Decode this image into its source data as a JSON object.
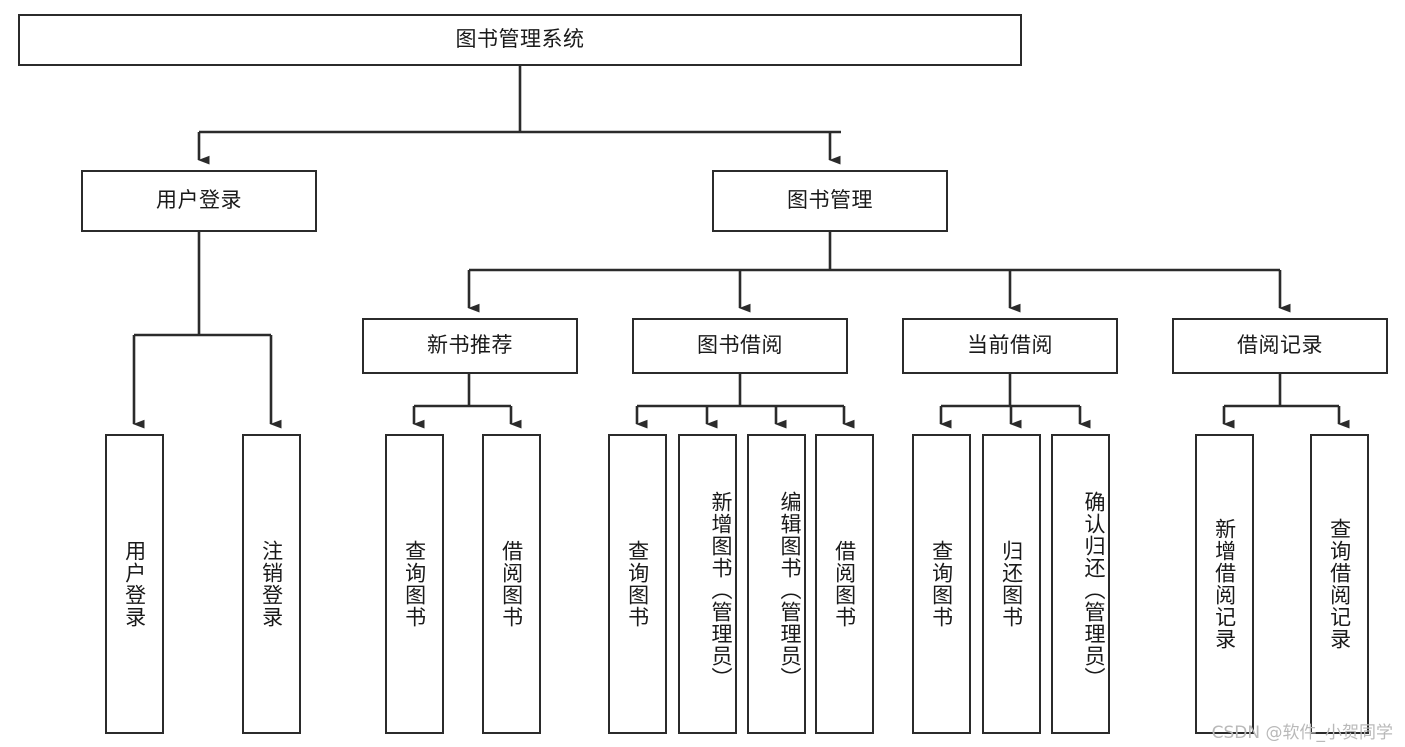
{
  "diagram": {
    "title": "图书管理系统",
    "type": "functional-structure-tree",
    "watermark": "CSDN @软件_小贺同学",
    "colors": {
      "stroke": "#2b2b2b",
      "fill": "#ffffff",
      "text": "#1a1a1a",
      "watermark": "#b9b9b9"
    },
    "root": {
      "label": "图书管理系统"
    },
    "level2": [
      {
        "label": "用户登录"
      },
      {
        "label": "图书管理"
      }
    ],
    "level3": [
      {
        "label": "新书推荐"
      },
      {
        "label": "图书借阅"
      },
      {
        "label": "当前借阅"
      },
      {
        "label": "借阅记录"
      }
    ],
    "leaves": {
      "user_login": [
        {
          "label": "用户登录"
        },
        {
          "label": "注销登录"
        }
      ],
      "new_book_recommend": [
        {
          "label": "查询图书"
        },
        {
          "label": "借阅图书"
        }
      ],
      "book_borrow": [
        {
          "label": "查询图书"
        },
        {
          "label": "新增图书（管理员）"
        },
        {
          "label": "编辑图书（管理员）"
        },
        {
          "label": "借阅图书"
        }
      ],
      "current_borrow": [
        {
          "label": "查询图书"
        },
        {
          "label": "归还图书"
        },
        {
          "label": "确认归还（管理员）"
        }
      ],
      "borrow_record": [
        {
          "label": "新增借阅记录"
        },
        {
          "label": "查询借阅记录"
        }
      ]
    }
  }
}
